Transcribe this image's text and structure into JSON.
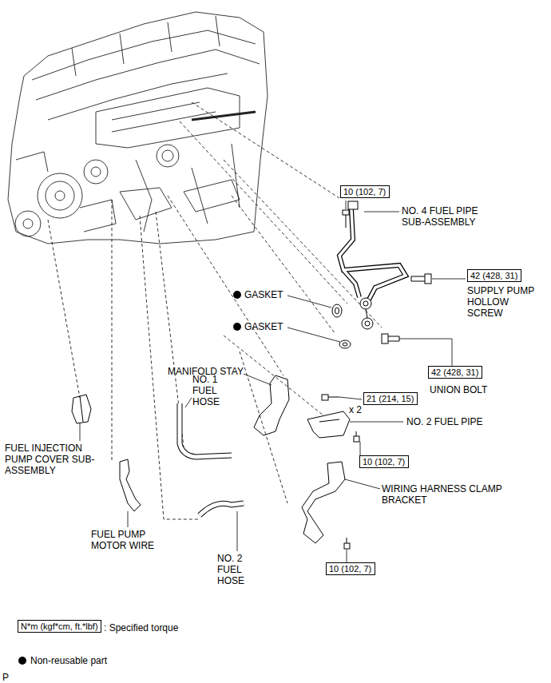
{
  "diagram": {
    "nodes": [
      {
        "text": [
          "10 (102, 7)"
        ]
      },
      {
        "text": [
          "42 (428, 31)"
        ]
      },
      {
        "text": [
          "42 (428, 31)"
        ]
      },
      {
        "text": [
          "21 (214, 15)"
        ]
      },
      {
        "text": [
          "10 (102, 7)"
        ]
      },
      {
        "text": [
          "10 (102, 7)"
        ]
      },
      {
        "text": [
          "N*m (kgf*cm, ft.*lbf)"
        ]
      }
    ],
    "labels": [
      "NO. 4 FUEL PIPE SUB-ASSEMBLY",
      "SUPPLY PUMP HOLLOW SCREW",
      "GASKET",
      "GASKET",
      "UNION BOLT",
      "MANIFOLD STAY",
      "x 2",
      "NO. 1 FUEL HOSE",
      "NO. 2 FUEL PIPE",
      "WIRING HARNESS CLAMP BRACKET",
      "FUEL INJECTION PUMP COVER SUB-ASSEMBLY",
      "FUEL PUMP MOTOR WIRE",
      "NO. 2 FUEL HOSE",
      "P"
    ],
    "legend": [
      {
        "text": ": Specified torque"
      },
      {
        "text": "Non-reusable part"
      }
    ]
  }
}
